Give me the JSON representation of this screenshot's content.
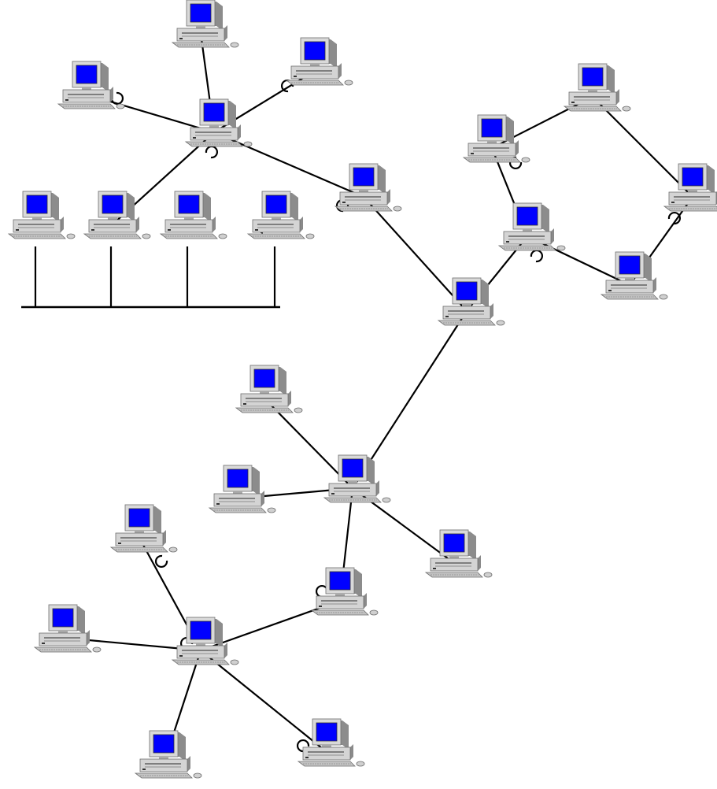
{
  "diagram": {
    "type": "network-topology",
    "topologies": [
      "star",
      "bus",
      "ring",
      "tree"
    ],
    "colors": {
      "background": "#ffffff",
      "line": "#000000",
      "screen": "#0000ff",
      "case_light": "#d8d8d8",
      "case_mid": "#b4b4b4",
      "case_dark": "#7e7e7e"
    },
    "node_icon": "desktop-computer-icon",
    "nodes": [
      {
        "id": "star-top-hub",
        "icon": "desktop-computer-icon"
      },
      {
        "id": "star-top-n",
        "icon": "desktop-computer-icon"
      },
      {
        "id": "star-top-ne",
        "icon": "desktop-computer-icon"
      },
      {
        "id": "star-top-w",
        "icon": "desktop-computer-icon"
      },
      {
        "id": "bus-node-1",
        "icon": "desktop-computer-icon"
      },
      {
        "id": "bus-node-2",
        "icon": "desktop-computer-icon"
      },
      {
        "id": "bus-node-3",
        "icon": "desktop-computer-icon"
      },
      {
        "id": "bus-node-4",
        "icon": "desktop-computer-icon"
      },
      {
        "id": "link-node",
        "icon": "desktop-computer-icon"
      },
      {
        "id": "central-hub",
        "icon": "desktop-computer-icon"
      },
      {
        "id": "ring-node-1",
        "icon": "desktop-computer-icon"
      },
      {
        "id": "ring-node-2",
        "icon": "desktop-computer-icon"
      },
      {
        "id": "ring-node-3",
        "icon": "desktop-computer-icon"
      },
      {
        "id": "ring-node-4",
        "icon": "desktop-computer-icon"
      },
      {
        "id": "ring-node-5",
        "icon": "desktop-computer-icon"
      },
      {
        "id": "star-mid-hub",
        "icon": "desktop-computer-icon"
      },
      {
        "id": "star-mid-nw",
        "icon": "desktop-computer-icon"
      },
      {
        "id": "star-mid-w",
        "icon": "desktop-computer-icon"
      },
      {
        "id": "star-mid-se",
        "icon": "desktop-computer-icon"
      },
      {
        "id": "star-mid-s",
        "icon": "desktop-computer-icon"
      },
      {
        "id": "star-bottom-hub",
        "icon": "desktop-computer-icon"
      },
      {
        "id": "star-bottom-n",
        "icon": "desktop-computer-icon"
      },
      {
        "id": "star-bottom-w",
        "icon": "desktop-computer-icon"
      },
      {
        "id": "star-bottom-s",
        "icon": "desktop-computer-icon"
      },
      {
        "id": "star-bottom-se",
        "icon": "desktop-computer-icon"
      }
    ],
    "links": [
      [
        "star-top-hub",
        "star-top-n"
      ],
      [
        "star-top-hub",
        "star-top-ne"
      ],
      [
        "star-top-hub",
        "star-top-w"
      ],
      [
        "star-top-hub",
        "bus-node-2"
      ],
      [
        "star-top-hub",
        "link-node"
      ],
      [
        "link-node",
        "central-hub"
      ],
      [
        "central-hub",
        "ring-node-1"
      ],
      [
        "ring-node-1",
        "ring-node-2"
      ],
      [
        "ring-node-2",
        "ring-node-3"
      ],
      [
        "ring-node-3",
        "ring-node-4"
      ],
      [
        "ring-node-4",
        "ring-node-5"
      ],
      [
        "ring-node-5",
        "ring-node-1"
      ],
      [
        "central-hub",
        "star-mid-hub"
      ],
      [
        "star-mid-hub",
        "star-mid-nw"
      ],
      [
        "star-mid-hub",
        "star-mid-w"
      ],
      [
        "star-mid-hub",
        "star-mid-se"
      ],
      [
        "star-mid-hub",
        "star-mid-s"
      ],
      [
        "star-mid-s",
        "star-bottom-hub"
      ],
      [
        "star-bottom-hub",
        "star-bottom-n"
      ],
      [
        "star-bottom-hub",
        "star-bottom-w"
      ],
      [
        "star-bottom-hub",
        "star-bottom-s"
      ],
      [
        "star-bottom-hub",
        "star-bottom-se"
      ]
    ],
    "bus": {
      "members": [
        "bus-node-1",
        "bus-node-2",
        "bus-node-3",
        "bus-node-4"
      ]
    }
  }
}
